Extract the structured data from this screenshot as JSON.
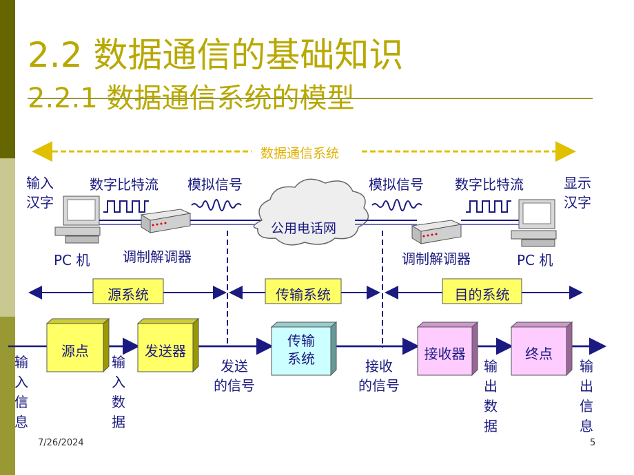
{
  "title": "2.2  数据通信的基础知识",
  "subtitle": "2.2.1 数据通信系统的模型",
  "system_label": "数据通信系统",
  "top": {
    "input_text": "输入\n汉字",
    "display_text": "显示\n汉字",
    "digital_stream_left": "数字比特流",
    "analog_left": "模拟信号",
    "analog_right": "模拟信号",
    "digital_stream_right": "数字比特流",
    "network": "公用电话网",
    "pc_left": "PC 机",
    "pc_right": "PC 机",
    "modem_left": "调制解调器",
    "modem_right": "调制解调器"
  },
  "segments": {
    "source_system": "源系统",
    "transmission_system": "传输系统",
    "destination_system": "目的系统"
  },
  "blocks": {
    "source": "源点",
    "transmitter": "发送器",
    "transmission": "传输\n系统",
    "receiver": "接收器",
    "destination": "终点"
  },
  "bottom_labels": {
    "input_info": "输入信息",
    "input_data": "输入数据",
    "sent_signal": "发送\n的信号",
    "received_signal": "接收\n的信号",
    "output_data": "输出数据",
    "output_info": "输出信息"
  },
  "footer": {
    "date": "7/26/2024",
    "page": "5"
  },
  "colors": {
    "title": "#b8a800",
    "accent_line": "#1a1a80",
    "yellow_box": "#ffff66",
    "cyan_box": "#ccffff",
    "pink_box": "#ffccff",
    "system_label_bg": "#ffff66"
  }
}
